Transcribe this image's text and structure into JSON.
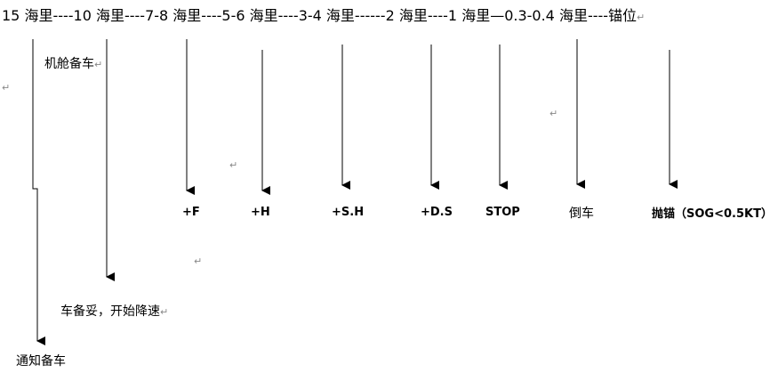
{
  "header": {
    "text": "15 海里----10 海里----7-8 海里----5-6 海里----3-4 海里------2 海里----1 海里—0.3-0.4 海里----锚位"
  },
  "annotations": {
    "engine_standby": "机舱备车",
    "engine_ready_slow": "车备妥，开始降速",
    "notify_standby": "通知备车"
  },
  "engine_orders": [
    {
      "id": "full",
      "label": "+F"
    },
    {
      "id": "half",
      "label": "+H"
    },
    {
      "id": "slow",
      "label": "+S.H"
    },
    {
      "id": "dead-slow",
      "label": "+D.S"
    },
    {
      "id": "stop",
      "label": "STOP"
    },
    {
      "id": "astern",
      "label": "倒车"
    },
    {
      "id": "anchor",
      "label": "抛锚（SOG<0.5KT）"
    }
  ],
  "paragraph_mark": "↵"
}
